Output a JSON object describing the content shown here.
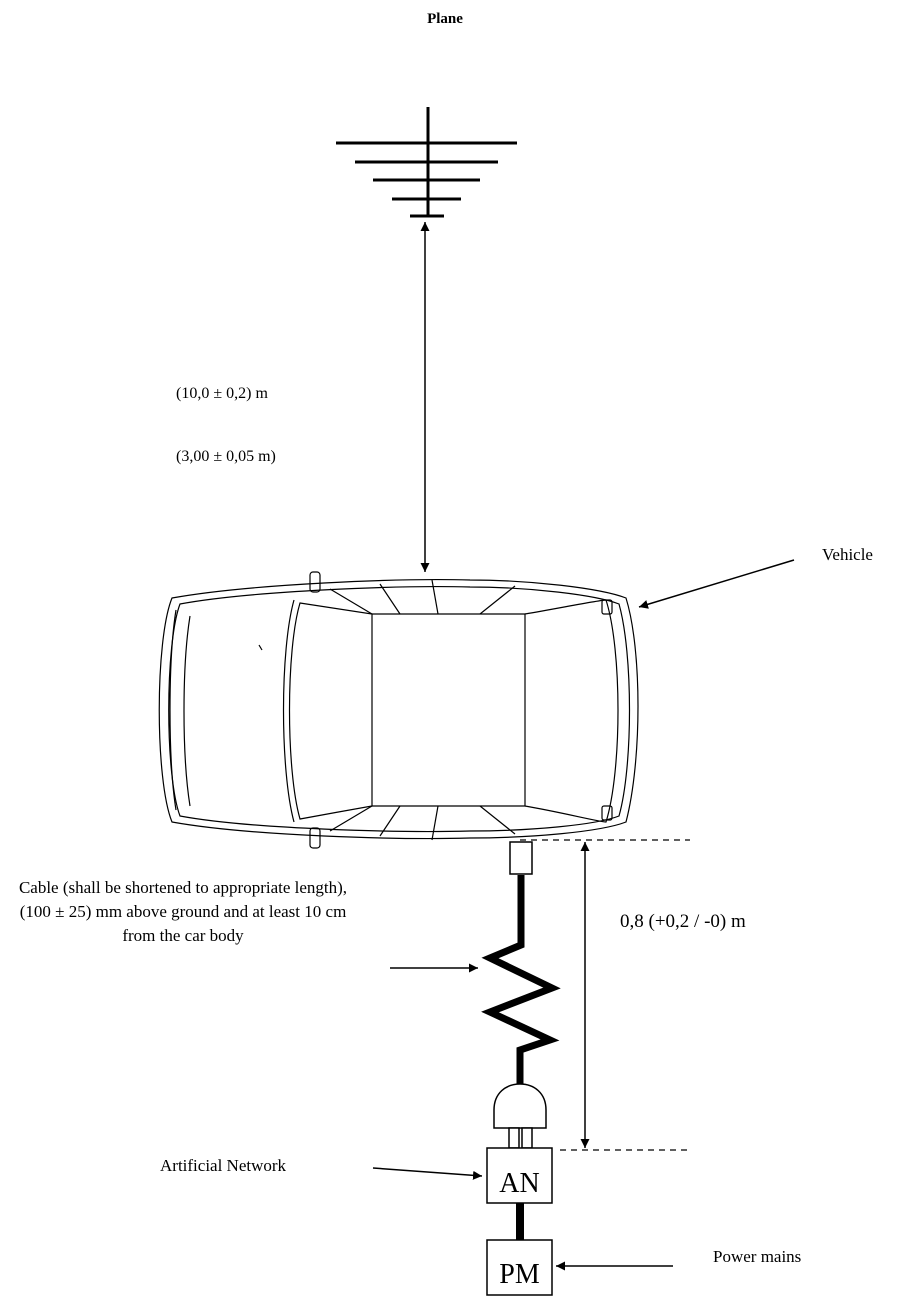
{
  "title": "Plane",
  "antenna_distance": {
    "primary": "(10,0 ± 0,2) m",
    "alternative": "(3,00  ± 0,05 m)"
  },
  "vehicle_label": "Vehicle",
  "cable_label": "Cable (shall be shortened to appropriate length), (100 ± 25) mm above ground and at least 10 cm from the car body",
  "height_dimension": "0,8 (+0,2 / -0) m",
  "artificial_network": {
    "label": "Artificial Network",
    "box_text": "AN"
  },
  "power_mains": {
    "label": "Power mains",
    "box_text": "PM"
  },
  "colors": {
    "line": "#000000",
    "background": "#ffffff"
  }
}
